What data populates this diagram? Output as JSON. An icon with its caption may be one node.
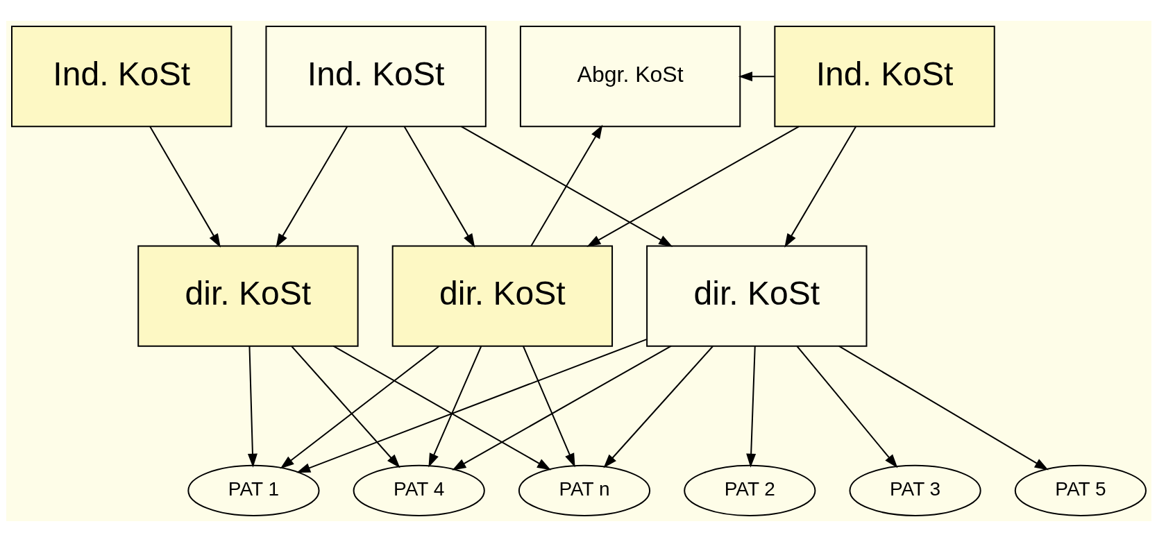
{
  "diagram": {
    "nodes": [
      {
        "text": [
          "Abgr. KoSt"
        ]
      },
      {
        "text": [
          "Ind. KoSt"
        ]
      },
      {
        "text": [
          "Ind. KoSt"
        ]
      },
      {
        "text": [
          "Ind. KoSt"
        ]
      },
      {
        "text": [
          "dir. KoSt"
        ]
      },
      {
        "text": [
          "dir. KoSt"
        ]
      },
      {
        "text": [
          "dir. KoSt"
        ]
      },
      {
        "text": [
          "PAT 1"
        ]
      },
      {
        "text": [
          "PAT 2"
        ]
      },
      {
        "text": [
          "PAT 3"
        ]
      },
      {
        "text": [
          "PAT 4"
        ]
      },
      {
        "text": [
          "PAT 5"
        ]
      },
      {
        "text": [
          "PAT n"
        ]
      }
    ],
    "edges": [
      {
        "from": 1,
        "to": 0,
        "arrow": "to"
      },
      {
        "from": 4,
        "to": 0,
        "arrow": "to"
      },
      {
        "from": 1,
        "to": 4,
        "arrow": "to"
      },
      {
        "from": 1,
        "to": 5,
        "arrow": "to"
      },
      {
        "from": 2,
        "to": 4,
        "arrow": "to"
      },
      {
        "from": 2,
        "to": 5,
        "arrow": "to"
      },
      {
        "from": 2,
        "to": 6,
        "arrow": "to"
      },
      {
        "from": 3,
        "to": 6,
        "arrow": "to"
      },
      {
        "from": 4,
        "to": 7,
        "arrow": "to"
      },
      {
        "from": 4,
        "to": 10,
        "arrow": "to"
      },
      {
        "from": 4,
        "to": 12,
        "arrow": "to"
      },
      {
        "from": 5,
        "to": 7,
        "arrow": "to"
      },
      {
        "from": 5,
        "to": 8,
        "arrow": "to"
      },
      {
        "from": 5,
        "to": 9,
        "arrow": "to"
      },
      {
        "from": 5,
        "to": 10,
        "arrow": "to"
      },
      {
        "from": 5,
        "to": 11,
        "arrow": "to"
      },
      {
        "from": 5,
        "to": 12,
        "arrow": "to"
      },
      {
        "from": 6,
        "to": 7,
        "arrow": "to"
      },
      {
        "from": 6,
        "to": 10,
        "arrow": "to"
      },
      {
        "from": 6,
        "to": 12,
        "arrow": "to"
      }
    ]
  }
}
